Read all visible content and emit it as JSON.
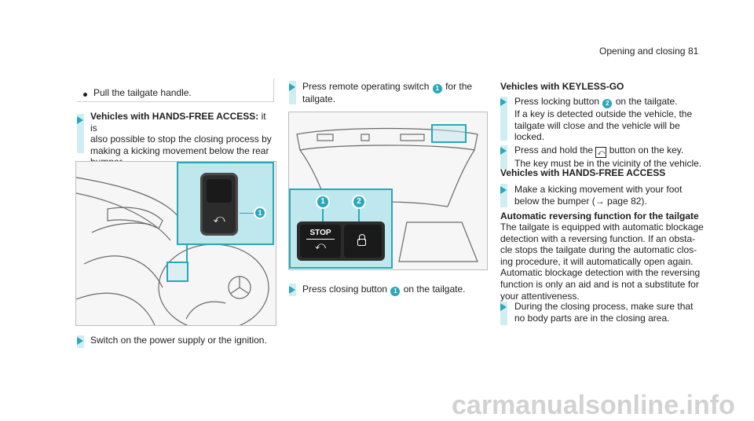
{
  "header": {
    "section": "Opening and closing",
    "page": "81"
  },
  "col1": {
    "pull_item": "Pull the tailgate handle.",
    "step1_bold": "Vehicles with HANDS-FREE ACCESS:",
    "step1_lines": [
      " it is",
      "also possible to stop the closing process by",
      "making a kicking movement below the rear",
      "bumper."
    ],
    "fig1_callout": "1",
    "step2": "Switch on the power supply or the ignition."
  },
  "col2": {
    "step1_pre": "Press remote operating switch ",
    "step1_num": "1",
    "step1_post": " for the",
    "step1_line2": "tailgate.",
    "fig2_callout1": "1",
    "fig2_callout2": "2",
    "fig2_stop": "STOP",
    "step2_pre": "Press closing button ",
    "step2_num": "1",
    "step2_post": " on the tailgate."
  },
  "col3": {
    "h1": "Vehicles with KEYLESS-GO",
    "s1_pre": "Press locking button ",
    "s1_num": "2",
    "s1_post": " on the tailgate.",
    "s1_lines": [
      "If a key is detected outside the vehicle, the",
      "tailgate will close and the vehicle will be",
      "locked."
    ],
    "s2_pre": "Press and hold the ",
    "s2_post": " button on the key.",
    "s2_line2": "The key must be in the vicinity of the vehicle.",
    "h2": "Vehicles with HANDS-FREE ACCESS",
    "s3_lines": [
      "Make a kicking movement with your foot",
      "below the bumper (→ page 82)."
    ],
    "h3": "Automatic reversing function for the tailgate",
    "para": [
      "The tailgate is equipped with automatic blockage",
      "detection with a reversing function. If an obsta-",
      "cle stops the tailgate during the automatic clos-",
      "ing procedure, it will automatically open again.",
      "Automatic blockage detection with the reversing",
      "function is only an aid and is not a substitute for",
      "your attentiveness."
    ],
    "s4_lines": [
      "During the closing process, make sure that",
      "no body parts are in the closing area."
    ]
  },
  "footer": {
    "watermark": "carmanualsonline.info"
  },
  "colors": {
    "accent": "#2aa7b8",
    "highlight": "#cfeef2"
  }
}
